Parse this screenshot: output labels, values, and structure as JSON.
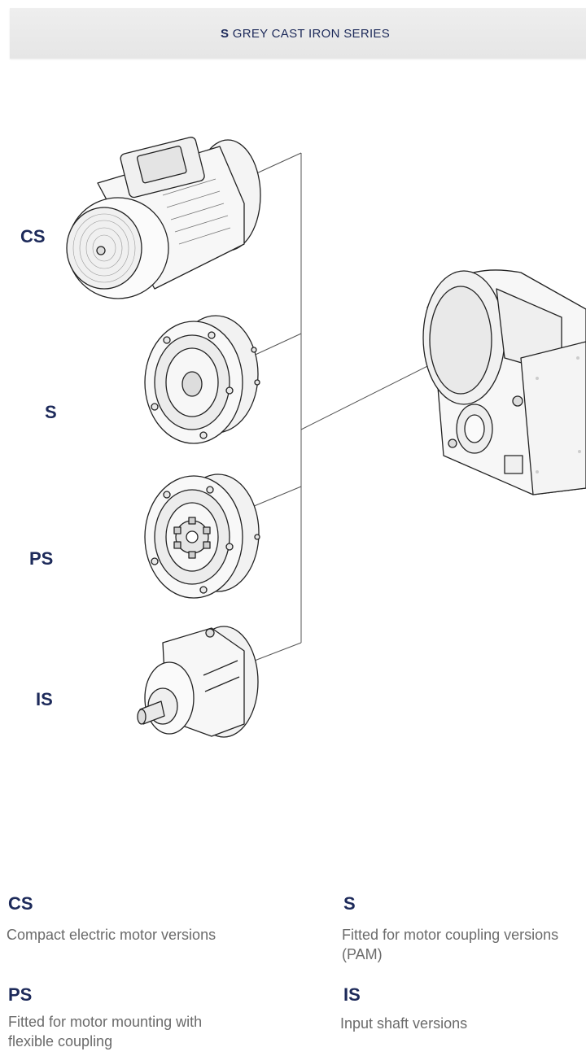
{
  "header": {
    "series_code": "S",
    "series_title": "GREY CAST IRON SERIES"
  },
  "diagram": {
    "labels": {
      "cs": "CS",
      "s": "S",
      "ps": "PS",
      "is": "IS"
    }
  },
  "legend": {
    "cs": {
      "code": "CS",
      "description": "Compact electric motor versions"
    },
    "s": {
      "code": "S",
      "description": "Fitted for motor coupling versions (PAM)"
    },
    "ps": {
      "code": "PS",
      "description": "Fitted for motor mounting with flexible coupling"
    },
    "is": {
      "code": "IS",
      "description": "Input shaft versions"
    }
  },
  "colors": {
    "navy": "#1d2a5a",
    "header_bg": "#e8e8e8",
    "description_gray": "#6b6b6b"
  }
}
